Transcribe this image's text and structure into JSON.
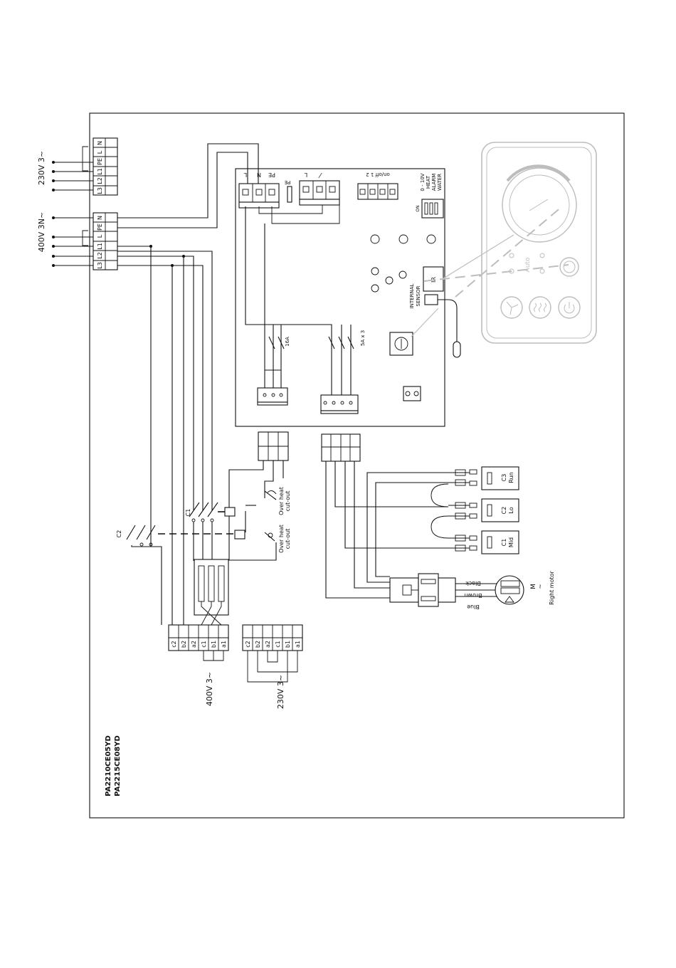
{
  "supply": {
    "v230_1ph": "230V 3~",
    "v400_3n": "400V 3N~",
    "terminals_top": [
      "N",
      "L",
      "PE",
      "L1",
      "L2",
      "L3"
    ],
    "terminals_mid": [
      "N",
      "PE",
      "L",
      "L1",
      "L2",
      "L3"
    ]
  },
  "board": {
    "top_terminals": [
      "L",
      "N",
      "PE"
    ],
    "pe_tab": "PE",
    "relay_terminals": [
      "L",
      "⁄"
    ],
    "onoff_label": "on/off  1   2",
    "analog_label": "0 - 10V",
    "heat_label": "HEAT",
    "alarm_label": "ALARM",
    "water_label": "WATER",
    "dip_on": "ON",
    "ir_label": "IR",
    "internal_label": "INTERNAL",
    "sensor_label": "SENSOR",
    "fuse_16a": "16A",
    "fuse_5a": "5A x 3"
  },
  "heating": {
    "c1_label": "C1",
    "c2_label": "C2",
    "overheat_1": [
      "Over heat",
      "cut-out"
    ],
    "overheat_2": [
      "Over heat",
      "cut-out"
    ],
    "bank_left": [
      "c2",
      "b2",
      "a2",
      "c1",
      "b1",
      "a1"
    ],
    "bank_right": [
      "c2",
      "b2",
      "a2",
      "c1",
      "b1",
      "a1"
    ],
    "bank_left_voltage": "400V 3~",
    "bank_right_voltage": "230V 3~"
  },
  "fan": {
    "c3": [
      "C3",
      "Run"
    ],
    "c2": [
      "C2",
      "Lo"
    ],
    "c1": [
      "C1",
      "Mid"
    ],
    "black": "Black",
    "brown": "Brown",
    "blue": "Blue",
    "motor_symbol": "M",
    "motor_tilde": "~",
    "motor_label": "Right motor"
  },
  "panel": {
    "auto_label": "Auto"
  },
  "models": [
    "PA2210CE05YD",
    "PA2215CE08YD"
  ]
}
